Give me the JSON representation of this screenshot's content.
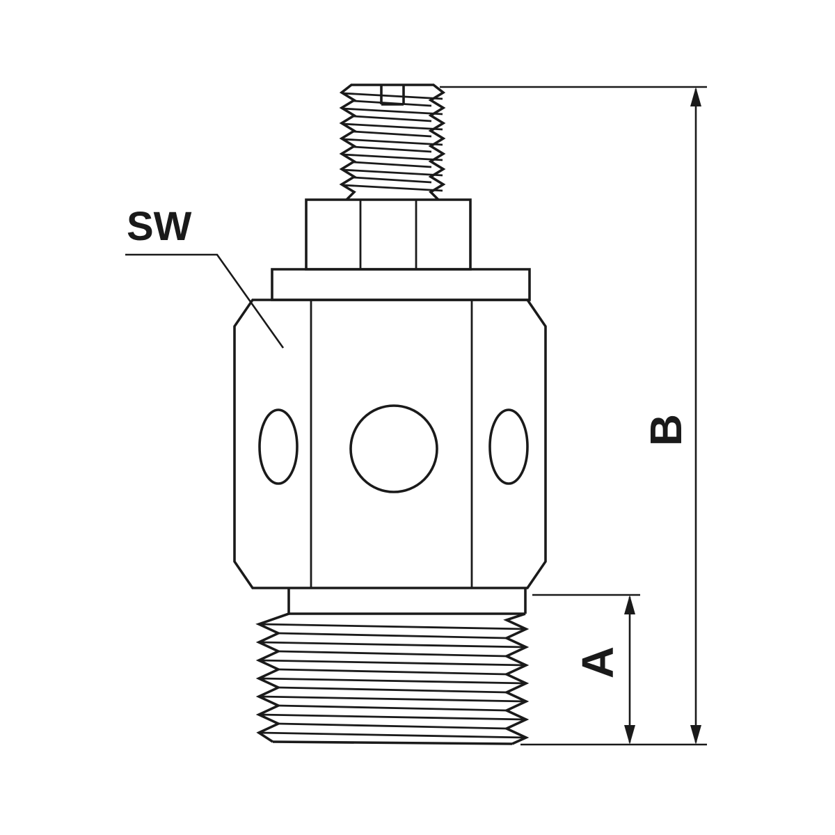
{
  "drawing": {
    "labels": {
      "sw": "SW",
      "a": "A",
      "b": "B"
    },
    "colors": {
      "line": "#1a1a1a",
      "background": "#ffffff"
    }
  }
}
